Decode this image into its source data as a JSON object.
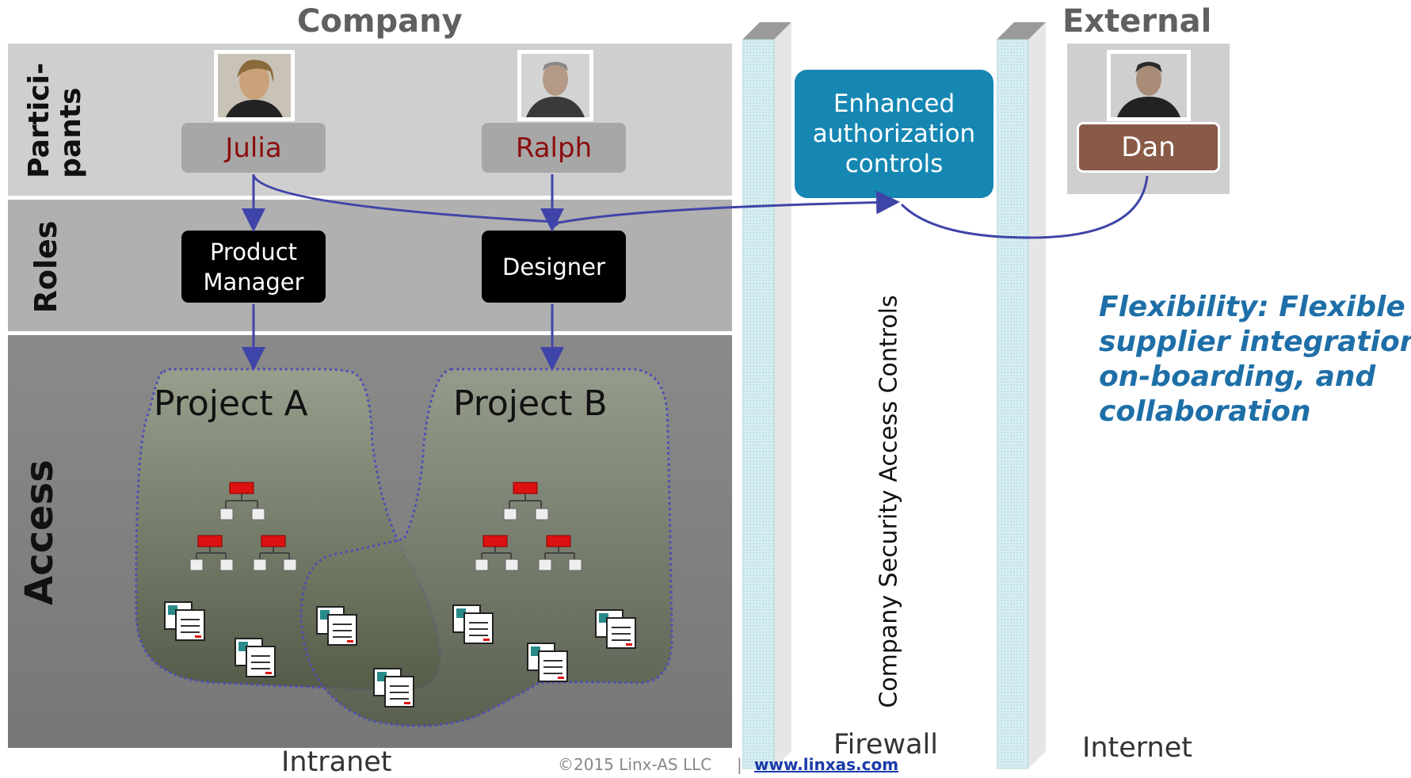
{
  "headings": {
    "company": "Company",
    "external": "External"
  },
  "bands": {
    "participants": "Partici-\npants",
    "roles": "Roles",
    "access": "Access"
  },
  "participants": {
    "julia": "Julia",
    "ralph": "Ralph",
    "dan": "Dan"
  },
  "roles": {
    "product_manager": "Product\nManager",
    "designer": "Designer"
  },
  "projects": {
    "a": "Project A",
    "b": "Project B"
  },
  "auth_box": "Enhanced\nauthorization\ncontrols",
  "firewall_text": "Company Security Access Controls",
  "callout": "Flexibility: Flexible\nsupplier integration,\non-boarding, and\ncollaboration",
  "labels": {
    "intranet": "Intranet",
    "firewall": "Firewall",
    "internet": "Internet"
  },
  "footer": {
    "copyright": "©2015 Linx-AS LLC",
    "separator": "|",
    "link": "www.linxas.com"
  },
  "colors": {
    "arrow": "#3f45a8",
    "auth_box": "#1687b3",
    "dan_box": "#8a5a48",
    "name_text": "#8b0d0d",
    "callout": "#1e6fa8"
  }
}
